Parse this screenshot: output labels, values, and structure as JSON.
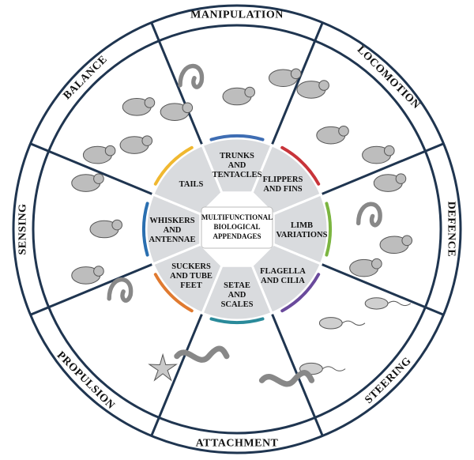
{
  "diagram": {
    "center": [
      "MULTIFUNCTIONAL",
      "BIOLOGICAL",
      "APPENDAGES"
    ],
    "outer_labels": [
      {
        "key": "manipulation",
        "text": "MANIPULATION"
      },
      {
        "key": "locomotion",
        "text": "LOCOMOTION"
      },
      {
        "key": "defence",
        "text": "DEFENCE"
      },
      {
        "key": "steering",
        "text": "STEERING"
      },
      {
        "key": "attachment",
        "text": "ATTACHMENT"
      },
      {
        "key": "propulsion",
        "text": "PROPULSION"
      },
      {
        "key": "sensing",
        "text": "SENSING"
      },
      {
        "key": "balance",
        "text": "BALANCE"
      }
    ],
    "inner_labels": [
      {
        "key": "trunks",
        "lines": [
          "TRUNKS",
          "AND",
          "TENTACLES"
        ],
        "color": "#3e6db3"
      },
      {
        "key": "flippers",
        "lines": [
          "FLIPPERS",
          "AND FINS"
        ],
        "color": "#c8343a"
      },
      {
        "key": "limb",
        "lines": [
          "LIMB",
          "VARIATIONS"
        ],
        "color": "#7bb540"
      },
      {
        "key": "flagella",
        "lines": [
          "FLAGELLA",
          "AND CILIA"
        ],
        "color": "#6a4a9c"
      },
      {
        "key": "setae",
        "lines": [
          "SETAE",
          "AND",
          "SCALES"
        ],
        "color": "#2a8a9a"
      },
      {
        "key": "suckers",
        "lines": [
          "SUCKERS",
          "AND TUBE",
          "FEET"
        ],
        "color": "#e07a30"
      },
      {
        "key": "whiskers",
        "lines": [
          "WHISKERS",
          "AND",
          "ANTENNAE"
        ],
        "color": "#2a6fb0"
      },
      {
        "key": "tails",
        "lines": [
          "TAILS"
        ],
        "color": "#f0b830"
      }
    ],
    "animals": {
      "manipulation": [
        "octopus-tentacle-icon",
        "ant-icon",
        "elephant-icon"
      ],
      "locomotion": [
        "sea-turtle-icon",
        "penguin-icon",
        "fish-icon"
      ],
      "defence": [
        "frog-icon",
        "mantis-icon",
        "crab-icon",
        "deer-icon"
      ],
      "steering": [
        "bacterium-icon",
        "sperm-cell-icon",
        "protist-icon"
      ],
      "attachment": [
        "worm-icon",
        "snake-icon"
      ],
      "propulsion": [
        "starfish-icon",
        "octopus-icon"
      ],
      "sensing": [
        "mouse-icon",
        "seal-icon",
        "cockroach-icon"
      ],
      "balance": [
        "squirrel-icon",
        "monkey-icon",
        "cheetah-icon",
        "kangaroo-icon"
      ]
    }
  }
}
